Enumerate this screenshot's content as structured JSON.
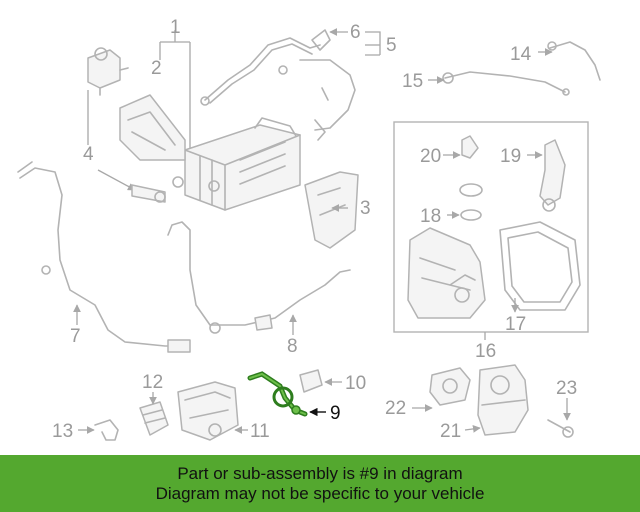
{
  "diagram": {
    "highlight_color": "#2e7d1e",
    "callouts": {
      "c1": "1",
      "c2": "2",
      "c3": "3",
      "c4": "4",
      "c5": "5",
      "c6": "6",
      "c7": "7",
      "c8": "8",
      "c9": "9",
      "c10": "10",
      "c11": "11",
      "c12": "12",
      "c13": "13",
      "c14": "14",
      "c15": "15",
      "c16": "16",
      "c17": "17",
      "c18": "18",
      "c19": "19",
      "c20": "20",
      "c21": "21",
      "c22": "22",
      "c23": "23"
    }
  },
  "banner": {
    "color": "#54a82f",
    "line1": "Part or sub-assembly is #9 in diagram",
    "line2": "Diagram may not be specific to your vehicle"
  }
}
